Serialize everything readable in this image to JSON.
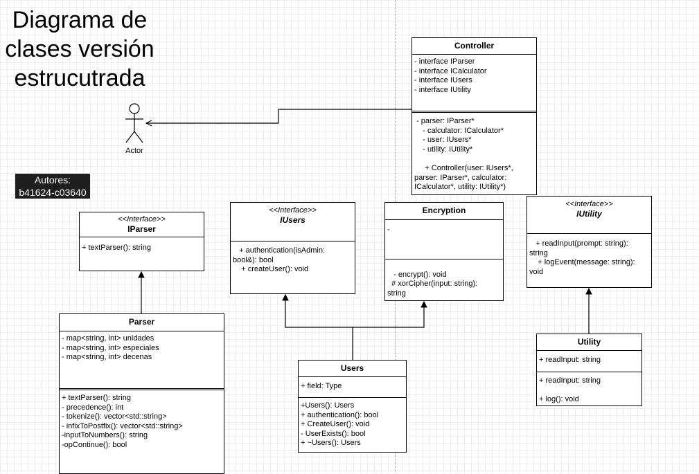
{
  "title": "Diagrama de\nclases versión\nestrucutrada",
  "authors": {
    "label": "Autores:",
    "ids": "b41624-c03640"
  },
  "actor": {
    "label": "Actor"
  },
  "controller": {
    "name": "Controller",
    "attributes": [
      "- interface IParser",
      "- interface ICalculator",
      "- interface IUsers",
      "- interface IUtility"
    ],
    "members": [
      " - parser: IParser*",
      "    - calculator: ICalculator*",
      "    - user: IUsers*",
      "    - utility: IUtility*",
      "",
      "     + Controller(user: IUsers*,",
      "parser: IParser*, calculator:",
      "ICalculator*, utility: IUtility*)"
    ]
  },
  "iparser": {
    "stereotype": "<<Interface>>",
    "name": "IParser",
    "members": [
      "+ textParser(): string"
    ]
  },
  "iusers": {
    "stereotype": "<<Interface>>",
    "name": "IUsers",
    "members": [
      "   + authentication(isAdmin:",
      "bool&): bool",
      "    + createUser(): void"
    ]
  },
  "encryption": {
    "name": "Encryption",
    "attributes": [
      "-"
    ],
    "methods": [
      "",
      "   - encrypt(): void",
      "  # xorCipher(input: string):",
      "string"
    ]
  },
  "iutility": {
    "stereotype": "<<Interface>>",
    "name": "IUtility",
    "members": [
      "   + readInput(prompt: string):",
      "string",
      "    + logEvent(message: string):",
      "void"
    ]
  },
  "parser": {
    "name": "Parser",
    "attributes": [
      "- map<string, int> unidades",
      "- map<string, int> especiales",
      "- map<string, int> decenas"
    ],
    "methods": [
      "+ textParser(): string",
      "- precedence(): int",
      "- tokenize(): vector<std::string>",
      "- infixToPostfix(): vector<std::string>",
      "-inputToNumbers(): string",
      "-opContinue(): bool"
    ]
  },
  "users": {
    "name": "Users",
    "attributes": [
      "+ field: Type"
    ],
    "methods": [
      "+Users(): Users",
      "+ authentication(): bool",
      "+ CreateUser(): void",
      "- UserExists(): bool",
      "+ ~Users(): Users"
    ]
  },
  "utility": {
    "name": "Utility",
    "attributes": [
      "+ readInput: string"
    ],
    "methods": [
      "+ readInput: string",
      "",
      "+ log(): void"
    ]
  }
}
